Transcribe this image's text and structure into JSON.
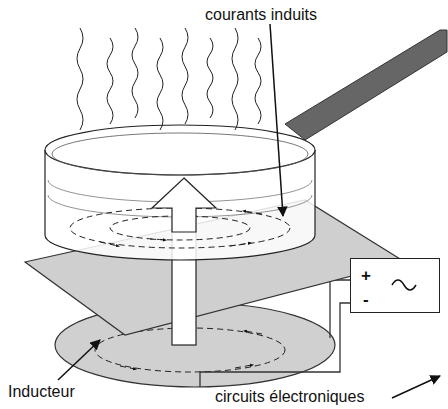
{
  "diagram": {
    "nodes": [
      {
        "text": [
          "+",
          "-"
        ]
      }
    ],
    "labels": [
      "courants induits",
      "Inducteur",
      "circuits électroniques"
    ]
  }
}
